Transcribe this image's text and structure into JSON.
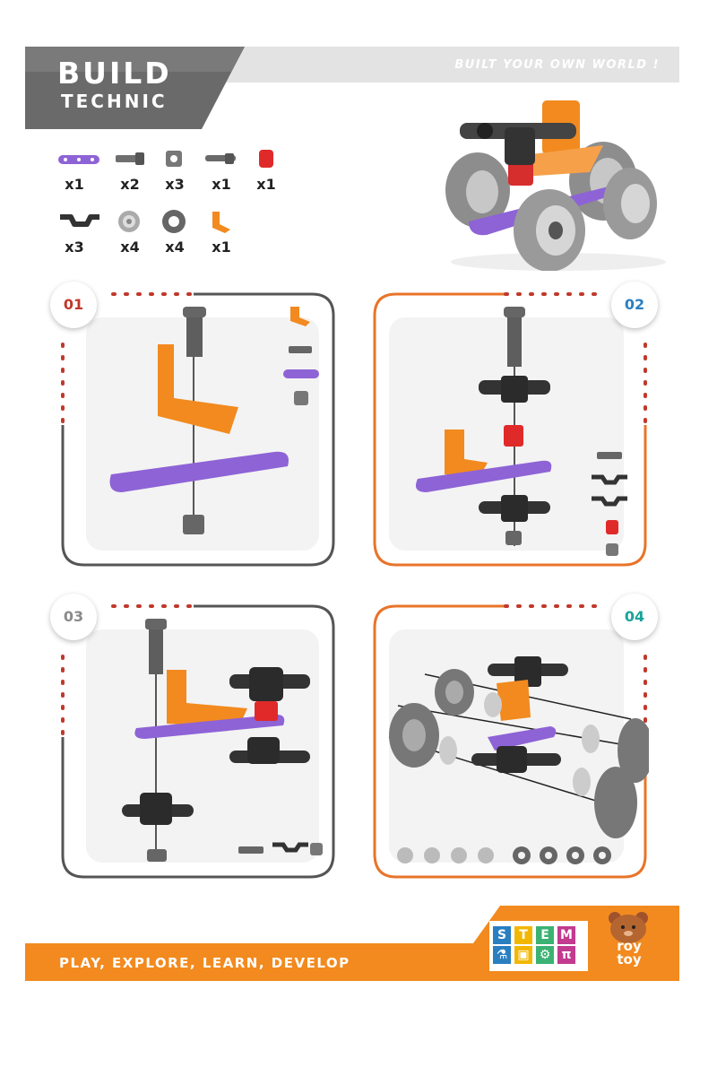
{
  "header": {
    "logo_line1": "BUILD",
    "logo_line2": "TECHNIC",
    "tagline": "BUILT YOUR OWN WORLD !"
  },
  "parts": [
    {
      "name": "purple-beam-icon",
      "qty": "x1"
    },
    {
      "name": "long-bolt-icon",
      "qty": "x2"
    },
    {
      "name": "square-nut-icon",
      "qty": "x3"
    },
    {
      "name": "axle-pin-icon",
      "qty": "x1"
    },
    {
      "name": "red-spacer-icon",
      "qty": "x1"
    },
    {
      "name": "crank-connector-icon",
      "qty": "x3"
    },
    {
      "name": "grey-pulley-icon",
      "qty": "x4"
    },
    {
      "name": "tyre-icon",
      "qty": "x4"
    },
    {
      "name": "orange-bracket-icon",
      "qty": "x1"
    }
  ],
  "steps": [
    {
      "number": "01",
      "color": "#c0392b"
    },
    {
      "number": "02",
      "color": "#2a7fc1"
    },
    {
      "number": "03",
      "color": "#8a8a8a"
    },
    {
      "number": "04",
      "color": "#1aa39a"
    }
  ],
  "footer": {
    "slogan": "PLAY, EXPLORE, LEARN, DEVELOP",
    "stem_letters": [
      "S",
      "T",
      "E",
      "M"
    ],
    "brand": "roy toy"
  },
  "colors": {
    "orange": "#f28a1f",
    "purple": "#8e63d6",
    "dark_grey": "#555555",
    "header_dark": "#5a5a5a"
  }
}
